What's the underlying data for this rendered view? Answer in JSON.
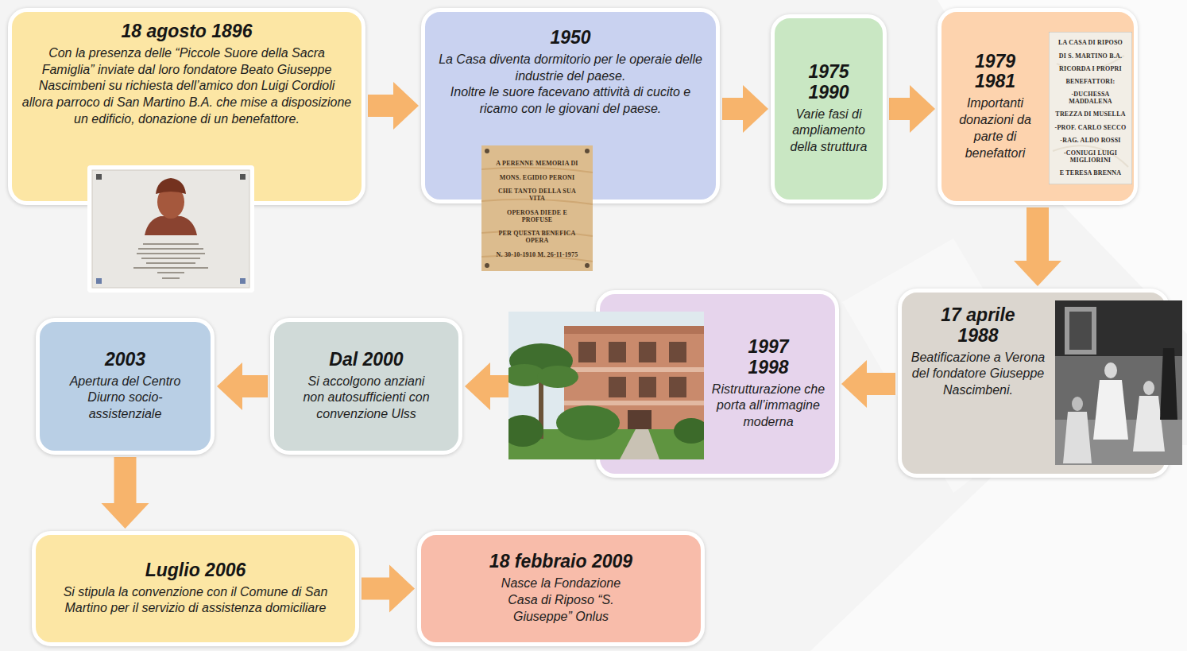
{
  "diagram": {
    "nodes": [
      {
        "text": [
          "18 agosto 1896",
          "Con la presenza delle “Piccole Suore della Sacra Famiglia” inviate dal loro fondatore Beato Giuseppe Nascimbeni su richiesta dell’amico don Luigi Cordioli allora parroco di San Martino B.A. che mise a disposizione un edificio, donazione di un benefattore."
        ]
      },
      {
        "text": [
          "1950",
          "La Casa diventa dormitorio per le operaie delle industrie del paese.",
          "Inoltre le suore facevano attività di cucito e ricamo con le giovani del paese."
        ]
      },
      {
        "text": [
          "1975 1990",
          "Varie fasi di ampliamento della struttura"
        ]
      },
      {
        "text": [
          "1979 1981",
          "Importanti donazioni da parte di benefattori"
        ]
      },
      {
        "text": [
          "17 aprile 1988",
          "Beatificazione a Verona del fondatore Giuseppe Nascimbeni."
        ]
      },
      {
        "text": [
          "1997 1998",
          "Ristrutturazione che porta all’immagine moderna"
        ]
      },
      {
        "text": [
          "Dal 2000",
          "Si accolgono anziani non autosufficienti con convenzione Ulss"
        ]
      },
      {
        "text": [
          "2003",
          "Apertura del Centro Diurno socio-assistenziale"
        ]
      },
      {
        "text": [
          "Luglio 2006",
          "Si stipula la convenzione con il Comune di San Martino per il servizio di assistenza domiciliare"
        ]
      },
      {
        "text": [
          "18 febbraio 2009",
          "Nasce la Fondazione Casa di Riposo “S. Giuseppe” Onlus"
        ]
      }
    ],
    "edges": [
      {
        "from": 0,
        "to": 1,
        "arrow": "to"
      },
      {
        "from": 1,
        "to": 2,
        "arrow": "to"
      },
      {
        "from": 2,
        "to": 3,
        "arrow": "to"
      },
      {
        "from": 3,
        "to": 4,
        "arrow": "to"
      },
      {
        "from": 4,
        "to": 5,
        "arrow": "to"
      },
      {
        "from": 5,
        "to": 6,
        "arrow": "to"
      },
      {
        "from": 6,
        "to": 7,
        "arrow": "to"
      },
      {
        "from": 7,
        "to": 8,
        "arrow": "to"
      },
      {
        "from": 8,
        "to": 9,
        "arrow": "to"
      }
    ],
    "labels": [
      "A PERENNE MEMORIA DI",
      "MONS. EGIDIO PERONI",
      "CHE TANTO DELLA SUA VITA",
      "OPEROSA DIEDE E PROFUSE",
      "PER QUESTA BENEFICA OPERA",
      "N. 30-10-1910 M. 26-11-1975",
      "LA CASA DI RIPOSO",
      "DI S. MARTINO B.A.",
      "RICORDA I PROPRI",
      "BENEFATTORI:",
      "-DUCHESSA MADDALENA",
      "TREZZA DI MUSELLA",
      "-PROF. CARLO SECCO",
      "-RAG. ALDO ROSSI",
      "-CONIUGI LUIGI MIGLIORINI",
      "E TERESA BRENNA"
    ]
  }
}
